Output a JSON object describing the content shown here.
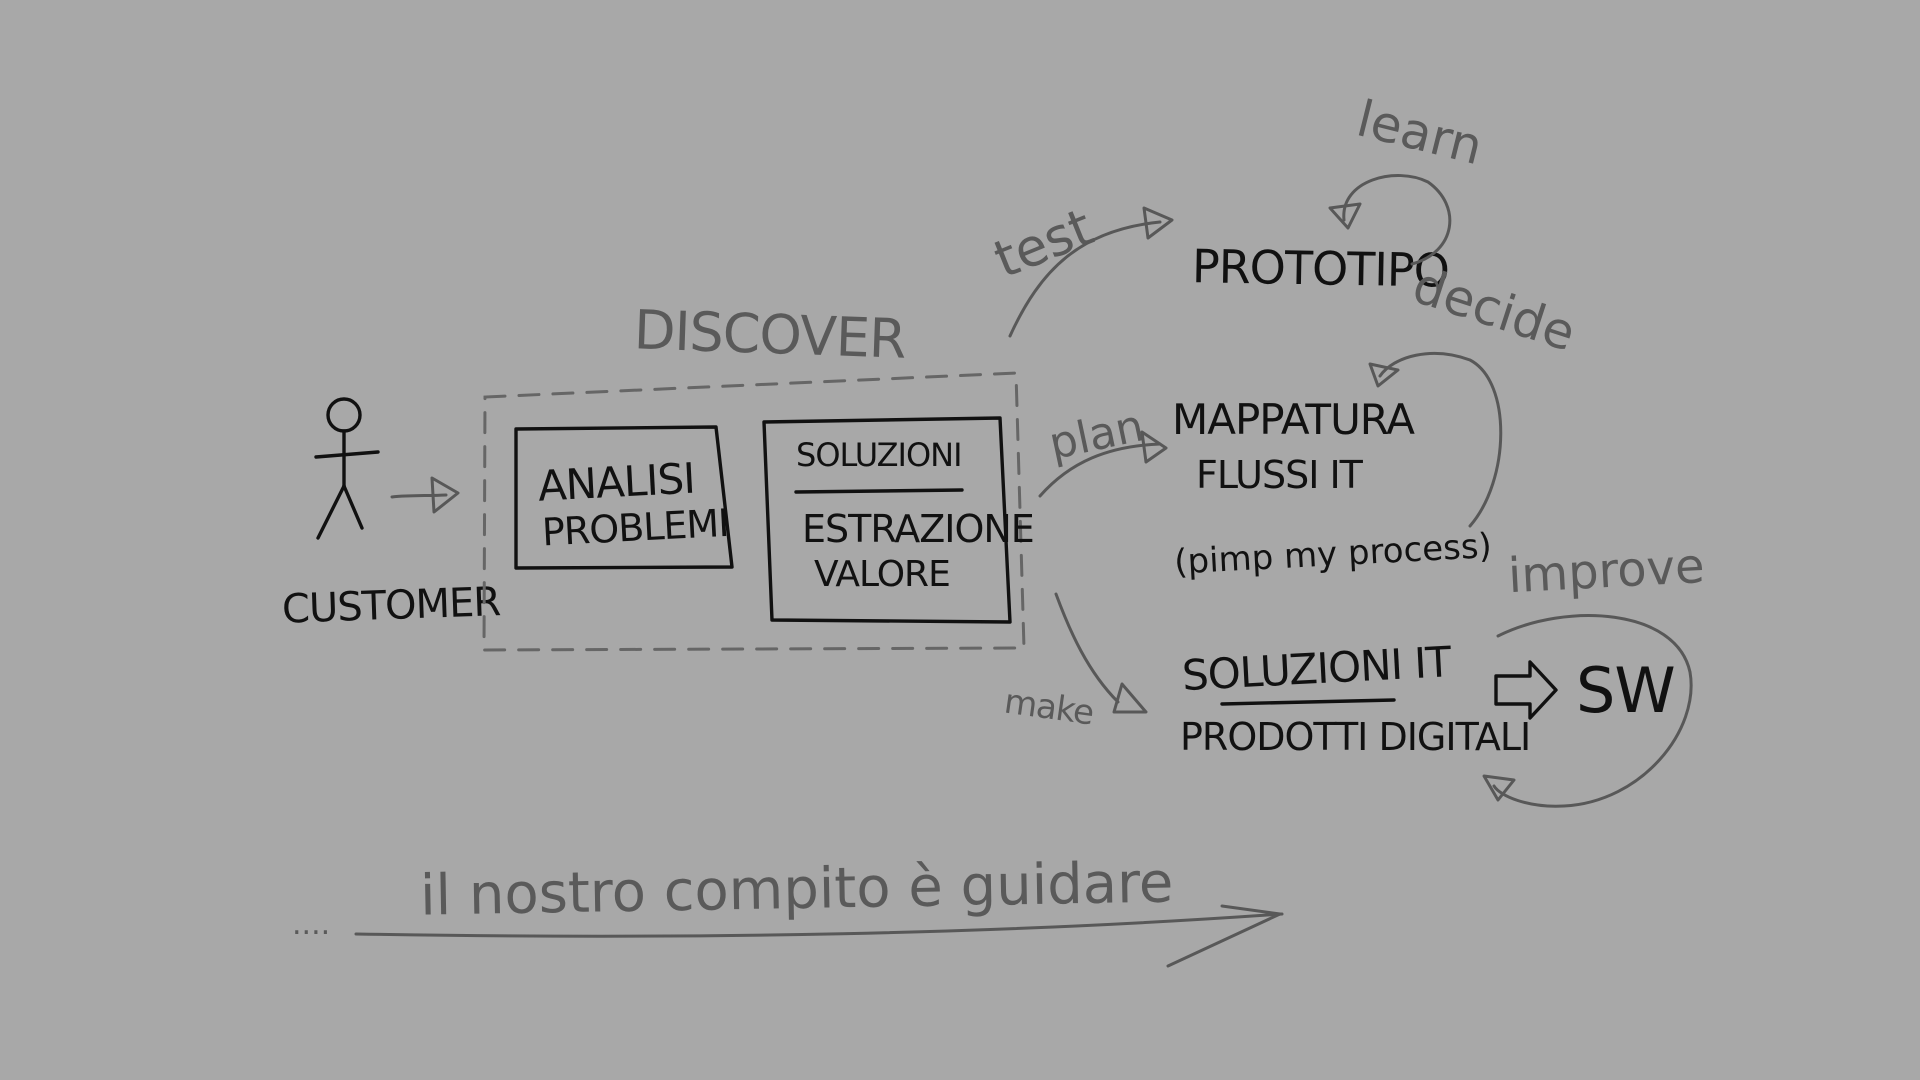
{
  "customer_label": "CUSTOMER",
  "discover_label": "DISCOVER",
  "box_analysis": {
    "line1": "ANALISI",
    "line2": "PROBLEMI"
  },
  "box_solutions": {
    "line1": "SOLUZIONI",
    "line2": "ESTRAZIONE",
    "line3": "VALORE"
  },
  "verbs": {
    "test": "test",
    "plan": "plan",
    "make": "make",
    "learn": "learn",
    "decide": "decide",
    "improve": "improve"
  },
  "prototype_label": "PROTOTIPO",
  "mapping": {
    "line1": "MAPPATURA",
    "line2": "FLUSSI IT",
    "note": "(pimp my process)"
  },
  "solutions_it": {
    "line1": "SOLUZIONI IT",
    "line2": "PRODOTTI DIGITALI"
  },
  "sw_label": "SW",
  "bottom_caption": "il nostro compito è guidare",
  "bottom_dots": "....",
  "colors": {
    "background": "#a8a8a8",
    "ink": "#111111",
    "pencil": "#585858"
  }
}
